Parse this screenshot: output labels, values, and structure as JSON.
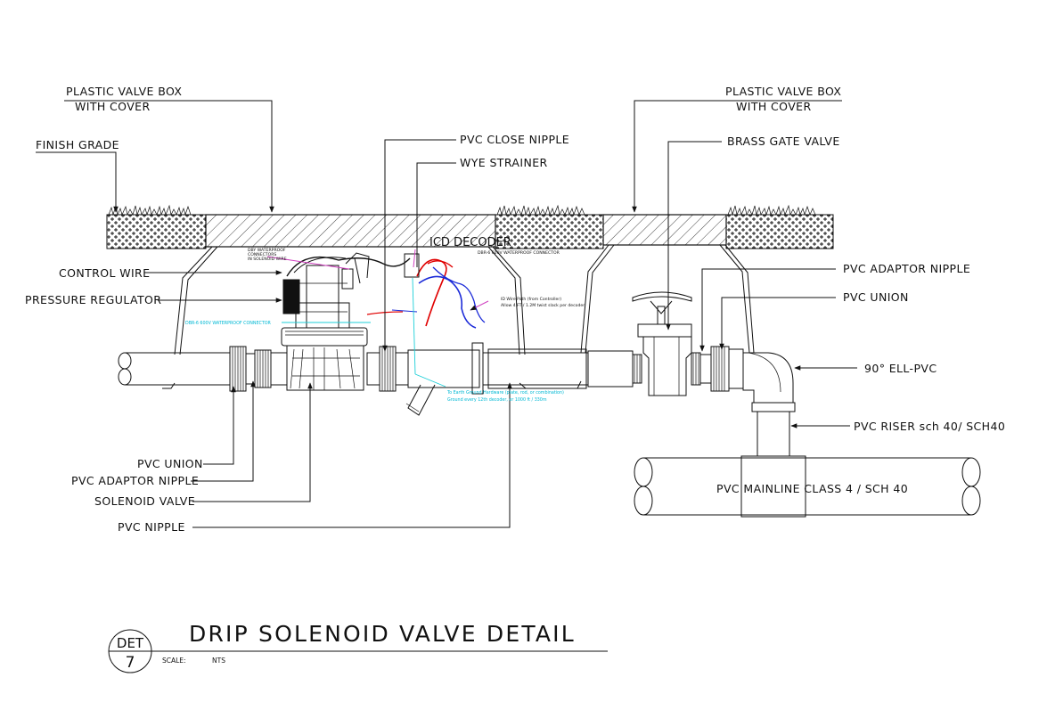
{
  "labels": {
    "plastic_valve_box_left": [
      "PLASTIC VALVE BOX",
      "WITH COVER"
    ],
    "plastic_valve_box_right": [
      "PLASTIC VALVE BOX",
      "WITH COVER"
    ],
    "finish_grade": "FINISH GRADE",
    "pvc_close_nipple": "PVC CLOSE NIPPLE",
    "wye_strainer": "WYE STRAINER",
    "brass_gate_valve": "BRASS GATE VALVE",
    "icd_decoder": "ICD DECODER",
    "control_wire": "CONTROL WIRE",
    "pressure_regulator": "PRESSURE REGULATOR",
    "pvc_adaptor_nipple_right": "PVC ADAPTOR NIPPLE",
    "pvc_union_right": "PVC UNION",
    "ell_pvc": "90° ELL-PVC",
    "pvc_riser": "PVC RISER sch 40/ SCH40",
    "pvc_mainline": "PVC MAINLINE CLASS 4 / SCH 40",
    "pvc_union_left": "PVC UNION",
    "pvc_adaptor_nipple_left": "PVC ADAPTOR NIPPLE",
    "solenoid_valve": "SOLENOID VALVE",
    "pvc_nipple": "PVC NIPPLE"
  },
  "notes": {
    "dby_connectors": [
      "DBY WATERPROOF",
      "CONNECTORS",
      "IN SOLENOID WIRE"
    ],
    "dbr_connector_top": "DBR-6 600V WATERPROOF CONNECTOR",
    "dbr_connector_left": "DBR-6 600V WATERPROOF CONNECTOR",
    "wire_path": [
      "ID Wire Path (from Controller)",
      "Allow 4 FT / 1.2M twist slack per decoder"
    ],
    "earth_ground": [
      "To Earth Ground Hardware (plate, rod, or combination)",
      "Ground every 12th decoder, or 1000 ft / 330m"
    ]
  },
  "title_block": {
    "title": "DRIP SOLENOID VALVE DETAIL",
    "det_label": "DET",
    "det_number": "7",
    "scale_label": "SCALE:",
    "scale_value": "NTS"
  }
}
